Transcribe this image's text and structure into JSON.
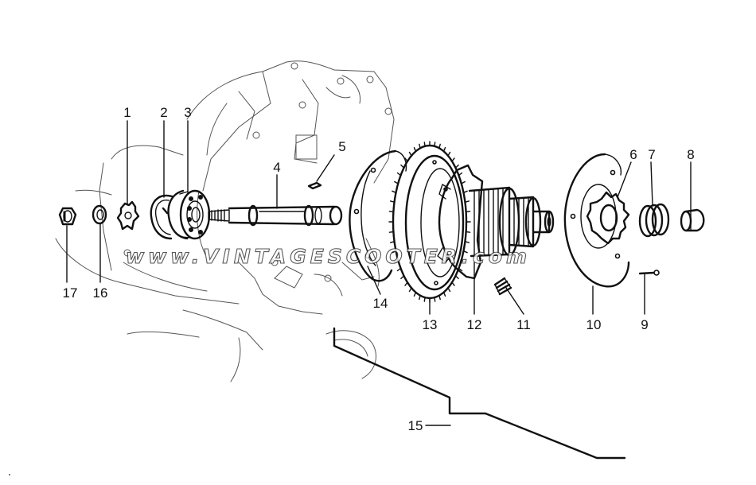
{
  "callouts": [
    {
      "id": "1",
      "label": "1"
    },
    {
      "id": "2",
      "label": "2"
    },
    {
      "id": "3",
      "label": "3"
    },
    {
      "id": "4",
      "label": "4"
    },
    {
      "id": "5",
      "label": "5"
    },
    {
      "id": "6",
      "label": "6"
    },
    {
      "id": "7",
      "label": "7"
    },
    {
      "id": "8",
      "label": "8"
    },
    {
      "id": "9",
      "label": "9"
    },
    {
      "id": "10",
      "label": "10"
    },
    {
      "id": "11",
      "label": "11"
    },
    {
      "id": "12",
      "label": "12"
    },
    {
      "id": "13",
      "label": "13"
    },
    {
      "id": "14",
      "label": "14"
    },
    {
      "id": "15",
      "label": "15"
    },
    {
      "id": "16",
      "label": "16"
    },
    {
      "id": "17",
      "label": "17"
    }
  ],
  "watermark": "www.VINTAGESCOOTER.com"
}
